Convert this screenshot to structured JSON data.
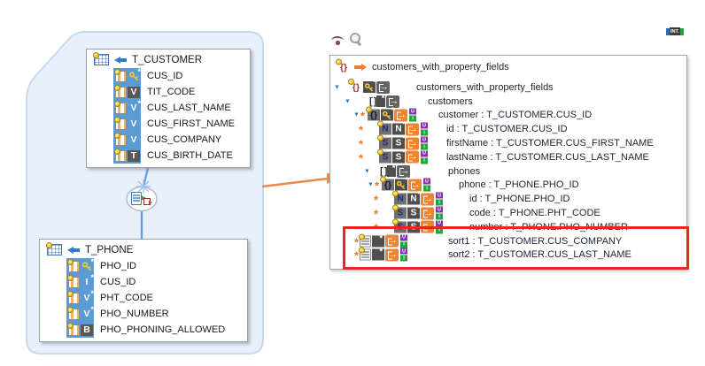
{
  "colors": {
    "blob_fill": "#e7f0fb",
    "blob_border": "#c5daf0",
    "column_strip_blue": "#5b9bd5",
    "unused_type_gray": "#575757",
    "export_orange": "#ed8430",
    "export_gray": "#636363",
    "highlight_red": "#e5291d",
    "flow_arrow_orange": "#f0874a",
    "link_blue": "#66a3de"
  },
  "icons": {
    "asterisk": "*",
    "braces": "{}",
    "brackets": "[ ]",
    "triangle": "▼",
    "names": [
      "lightbulb-table-icon",
      "primary-key-icon",
      "left-arrow-icon",
      "export-arrow-icon",
      "eye-preview-icon",
      "magnifier-icon",
      "int-type-icon",
      "collapse-triangle-icon",
      "mandatory-asterisk-icon",
      "list-property-icon",
      "document-map-icon"
    ]
  },
  "diagram": {
    "tables": [
      {
        "title": "T_CUSTOMER",
        "columns": [
          {
            "name": "CUS_ID",
            "kind": "key"
          },
          {
            "name": "TIT_CODE",
            "kind": "letter",
            "letter": "V",
            "used": false,
            "star": false
          },
          {
            "name": "CUS_LAST_NAME",
            "kind": "letter",
            "letter": "V",
            "used": true,
            "star": true
          },
          {
            "name": "CUS_FIRST_NAME",
            "kind": "letter",
            "letter": "V",
            "used": true,
            "star": false
          },
          {
            "name": "CUS_COMPANY",
            "kind": "letter",
            "letter": "V",
            "used": true,
            "star": false
          },
          {
            "name": "CUS_BIRTH_DATE",
            "kind": "letter",
            "letter": "T",
            "used": false,
            "star": false
          }
        ]
      },
      {
        "title": "T_PHONE",
        "columns": [
          {
            "name": "PHO_ID",
            "kind": "key"
          },
          {
            "name": "CUS_ID",
            "kind": "letter",
            "letter": "I",
            "used": true,
            "star": true
          },
          {
            "name": "PHT_CODE",
            "kind": "letter",
            "letter": "V",
            "used": true,
            "star": true
          },
          {
            "name": "PHO_NUMBER",
            "kind": "letter",
            "letter": "V",
            "used": true,
            "star": true
          },
          {
            "name": "PHO_PHONING_ALLOWED",
            "kind": "letter",
            "letter": "B",
            "used": false,
            "star": false
          }
        ]
      }
    ]
  },
  "panel": {
    "toolbar": {
      "type_badge": "INT."
    },
    "root": {
      "label": "customers_with_property_fields"
    },
    "badges": {
      "top": "U",
      "bottom": "I"
    },
    "tree": [
      {
        "label": "customers_with_property_fields",
        "kind": "object-key"
      },
      {
        "label": "customers",
        "kind": "array"
      },
      {
        "label": "customer : T_CUSTOMER.CUS_ID",
        "kind": "object-key-mapped"
      },
      {
        "label": "id : T_CUSTOMER.CUS_ID",
        "kind": "field",
        "letter": "N"
      },
      {
        "label": "firstName : T_CUSTOMER.CUS_FIRST_NAME",
        "kind": "field",
        "letter": "S"
      },
      {
        "label": "lastName : T_CUSTOMER.CUS_LAST_NAME",
        "kind": "field",
        "letter": "S"
      },
      {
        "label": "phones",
        "kind": "array"
      },
      {
        "label": "phone : T_PHONE.PHO_ID",
        "kind": "object-key-mapped"
      },
      {
        "label": "id : T_PHONE.PHO_ID",
        "kind": "field",
        "letter": "N"
      },
      {
        "label": "code : T_PHONE.PHT_CODE",
        "kind": "field",
        "letter": "S"
      },
      {
        "label": "number : T_PHONE.PHO_NUMBER",
        "kind": "field",
        "letter": "S"
      },
      {
        "label": "sort1 : T_CUSTOMER.CUS_COMPANY",
        "kind": "property"
      },
      {
        "label": "sort2 : T_CUSTOMER.CUS_LAST_NAME",
        "kind": "property"
      }
    ]
  }
}
